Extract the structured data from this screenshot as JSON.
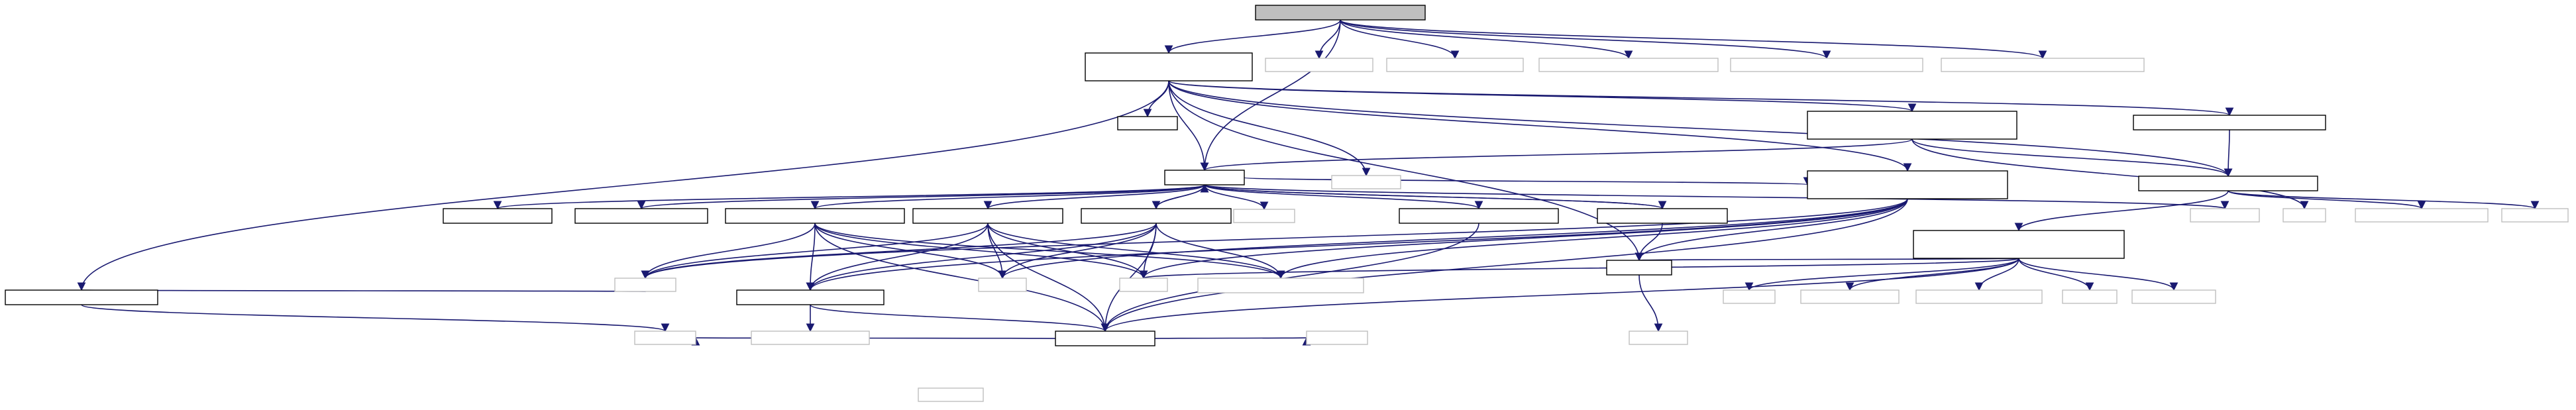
{
  "graph": {
    "edge_color": "#191970",
    "documented_border": "#000000",
    "undocumented_border": "#bfbfbf",
    "root_fill": "#bfbfbf",
    "nodes": [
      {
        "id": "n0",
        "label": "",
        "kind": "root"
      },
      {
        "id": "n1",
        "label": "",
        "kind": "doc"
      },
      {
        "id": "n2",
        "label": "",
        "kind": "undoc"
      },
      {
        "id": "n3",
        "label": "",
        "kind": "undoc"
      },
      {
        "id": "n4",
        "label": "",
        "kind": "undoc"
      },
      {
        "id": "n5",
        "label": "",
        "kind": "undoc"
      },
      {
        "id": "n6",
        "label": "",
        "kind": "undoc"
      },
      {
        "id": "n7",
        "label": "",
        "kind": "doc"
      },
      {
        "id": "n8",
        "label": "",
        "kind": "doc"
      },
      {
        "id": "n9",
        "label": "",
        "kind": "doc"
      },
      {
        "id": "n10",
        "label": "",
        "kind": "doc"
      },
      {
        "id": "n11",
        "label": "",
        "kind": "undoc"
      },
      {
        "id": "n12",
        "label": "",
        "kind": "doc"
      },
      {
        "id": "n13",
        "label": "",
        "kind": "doc"
      },
      {
        "id": "n14",
        "label": "",
        "kind": "doc"
      },
      {
        "id": "n15",
        "label": "",
        "kind": "doc"
      },
      {
        "id": "n16",
        "label": "",
        "kind": "doc"
      },
      {
        "id": "n17",
        "label": "",
        "kind": "doc"
      },
      {
        "id": "n18",
        "label": "",
        "kind": "undoc"
      },
      {
        "id": "n19",
        "label": "",
        "kind": "doc"
      },
      {
        "id": "n20",
        "label": "",
        "kind": "doc"
      },
      {
        "id": "n21",
        "label": "",
        "kind": "doc"
      },
      {
        "id": "n22",
        "label": "",
        "kind": "undoc"
      },
      {
        "id": "n23",
        "label": "",
        "kind": "undoc"
      },
      {
        "id": "n24",
        "label": "",
        "kind": "undoc"
      },
      {
        "id": "n25",
        "label": "",
        "kind": "undoc"
      },
      {
        "id": "n26",
        "label": "",
        "kind": "undoc"
      },
      {
        "id": "n27",
        "label": "",
        "kind": "doc"
      },
      {
        "id": "n28",
        "label": "",
        "kind": "undoc"
      },
      {
        "id": "n29",
        "label": "",
        "kind": "undoc"
      },
      {
        "id": "n30",
        "label": "",
        "kind": "doc"
      },
      {
        "id": "n31",
        "label": "",
        "kind": "undoc"
      },
      {
        "id": "n32",
        "label": "",
        "kind": "undoc"
      },
      {
        "id": "n33",
        "label": "",
        "kind": "undoc"
      },
      {
        "id": "n34",
        "label": "",
        "kind": "undoc"
      },
      {
        "id": "n35",
        "label": "",
        "kind": "undoc"
      },
      {
        "id": "n36",
        "label": "",
        "kind": "doc"
      },
      {
        "id": "n37",
        "label": "",
        "kind": "doc"
      },
      {
        "id": "n38",
        "label": "",
        "kind": "undoc"
      },
      {
        "id": "n39",
        "label": "",
        "kind": "undoc"
      },
      {
        "id": "n40",
        "label": "",
        "kind": "undoc"
      },
      {
        "id": "n41",
        "label": "",
        "kind": "doc"
      },
      {
        "id": "n42",
        "label": "",
        "kind": "undoc"
      },
      {
        "id": "n43",
        "label": "",
        "kind": "undoc"
      },
      {
        "id": "n44",
        "label": "",
        "kind": "undoc"
      },
      {
        "id": "n45",
        "label": "",
        "kind": "undoc"
      },
      {
        "id": "n46",
        "label": "",
        "kind": "undoc"
      },
      {
        "id": "n47",
        "label": "",
        "kind": "undoc"
      },
      {
        "id": "n48",
        "label": "",
        "kind": "undoc"
      }
    ],
    "edges": [
      [
        "n0",
        "n1"
      ],
      [
        "n0",
        "n2"
      ],
      [
        "n0",
        "n3"
      ],
      [
        "n0",
        "n4"
      ],
      [
        "n0",
        "n5"
      ],
      [
        "n0",
        "n12"
      ],
      [
        "n0",
        "n6"
      ],
      [
        "n1",
        "n11"
      ],
      [
        "n1",
        "n12"
      ],
      [
        "n1",
        "n7"
      ],
      [
        "n1",
        "n8"
      ],
      [
        "n1",
        "n9"
      ],
      [
        "n1",
        "n27"
      ],
      [
        "n1",
        "n29"
      ],
      [
        "n1",
        "n13"
      ],
      [
        "n1",
        "n41"
      ],
      [
        "n1",
        "n10"
      ],
      [
        "n8",
        "n12"
      ],
      [
        "n8",
        "n10"
      ],
      [
        "n8",
        "n28"
      ],
      [
        "n9",
        "n10"
      ],
      [
        "n10",
        "n30"
      ],
      [
        "n10",
        "n31"
      ],
      [
        "n10",
        "n32"
      ],
      [
        "n10",
        "n33"
      ],
      [
        "n10",
        "n34"
      ],
      [
        "n10",
        "n35"
      ],
      [
        "n12",
        "n13"
      ],
      [
        "n12",
        "n14"
      ],
      [
        "n12",
        "n15"
      ],
      [
        "n12",
        "n16"
      ],
      [
        "n12",
        "n17"
      ],
      [
        "n12",
        "n18"
      ],
      [
        "n12",
        "n19"
      ],
      [
        "n12",
        "n20"
      ],
      [
        "n12",
        "n21"
      ],
      [
        "n12",
        "n22"
      ],
      [
        "n13",
        "n23"
      ],
      [
        "n13",
        "n24"
      ],
      [
        "n13",
        "n26"
      ],
      [
        "n13",
        "n25"
      ],
      [
        "n13",
        "n27"
      ],
      [
        "n13",
        "n37"
      ],
      [
        "n13",
        "n36"
      ],
      [
        "n16",
        "n23"
      ],
      [
        "n16",
        "n26"
      ],
      [
        "n16",
        "n36"
      ],
      [
        "n16",
        "n37"
      ],
      [
        "n16",
        "n25"
      ],
      [
        "n16",
        "n24"
      ],
      [
        "n17",
        "n23"
      ],
      [
        "n17",
        "n36"
      ],
      [
        "n17",
        "n26"
      ],
      [
        "n17",
        "n24"
      ],
      [
        "n17",
        "n25"
      ],
      [
        "n17",
        "n37"
      ],
      [
        "n19",
        "n23"
      ],
      [
        "n19",
        "n36"
      ],
      [
        "n19",
        "n37"
      ],
      [
        "n19",
        "n24"
      ],
      [
        "n19",
        "n25"
      ],
      [
        "n19",
        "n26"
      ],
      [
        "n19",
        "n12"
      ],
      [
        "n20",
        "n37"
      ],
      [
        "n21",
        "n27"
      ],
      [
        "n21",
        "n12"
      ],
      [
        "n27",
        "n46"
      ],
      [
        "n30",
        "n27"
      ],
      [
        "n30",
        "n25"
      ],
      [
        "n30",
        "n38"
      ],
      [
        "n30",
        "n39"
      ],
      [
        "n30",
        "n40"
      ],
      [
        "n30",
        "n42"
      ],
      [
        "n30",
        "n43"
      ],
      [
        "n30",
        "n37"
      ],
      [
        "n36",
        "n44"
      ],
      [
        "n36",
        "n37"
      ],
      [
        "n37",
        "n45"
      ],
      [
        "n37",
        "n47"
      ],
      [
        "n41",
        "n45"
      ],
      [
        "n41",
        "n23"
      ],
      [
        "n29",
        "n48"
      ],
      [
        "n8",
        "n29"
      ]
    ]
  }
}
